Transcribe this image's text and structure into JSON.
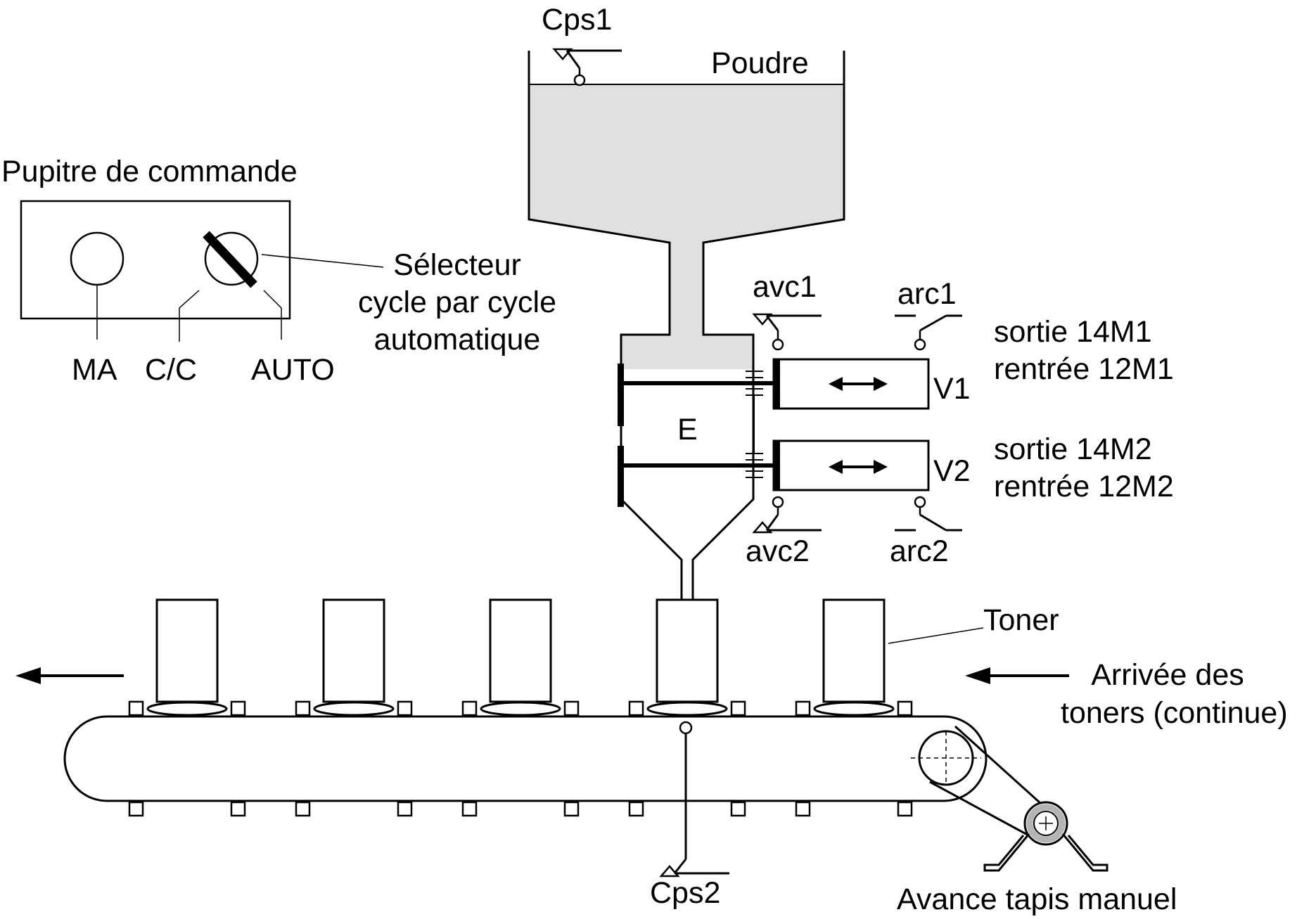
{
  "labels": {
    "panel_title": "Pupitre de commande",
    "selector_line1": "Sélecteur",
    "selector_line2": "cycle par cycle",
    "selector_line3": "automatique",
    "ma": "MA",
    "cc": "C/C",
    "auto": "AUTO",
    "cps1": "Cps1",
    "poudre": "Poudre",
    "avc1": "avc1",
    "arc1": "arc1",
    "avc2": "avc2",
    "arc2": "arc2",
    "v1": "V1",
    "v2": "V2",
    "sortie1": "sortie 14M1",
    "rentree1": "rentrée 12M1",
    "sortie2": "sortie 14M2",
    "rentree2": "rentrée 12M2",
    "chamber": "E",
    "toner": "Toner",
    "arrivee_line1": "Arrivée des",
    "arrivee_line2": "toners (continue)",
    "cps2": "Cps2",
    "avance": "Avance tapis manuel"
  },
  "colors": {
    "powder_fill": "#e0e0e0",
    "stroke": "#000000",
    "bearing_ring": "#b4b4b4"
  },
  "toner_count": 5
}
